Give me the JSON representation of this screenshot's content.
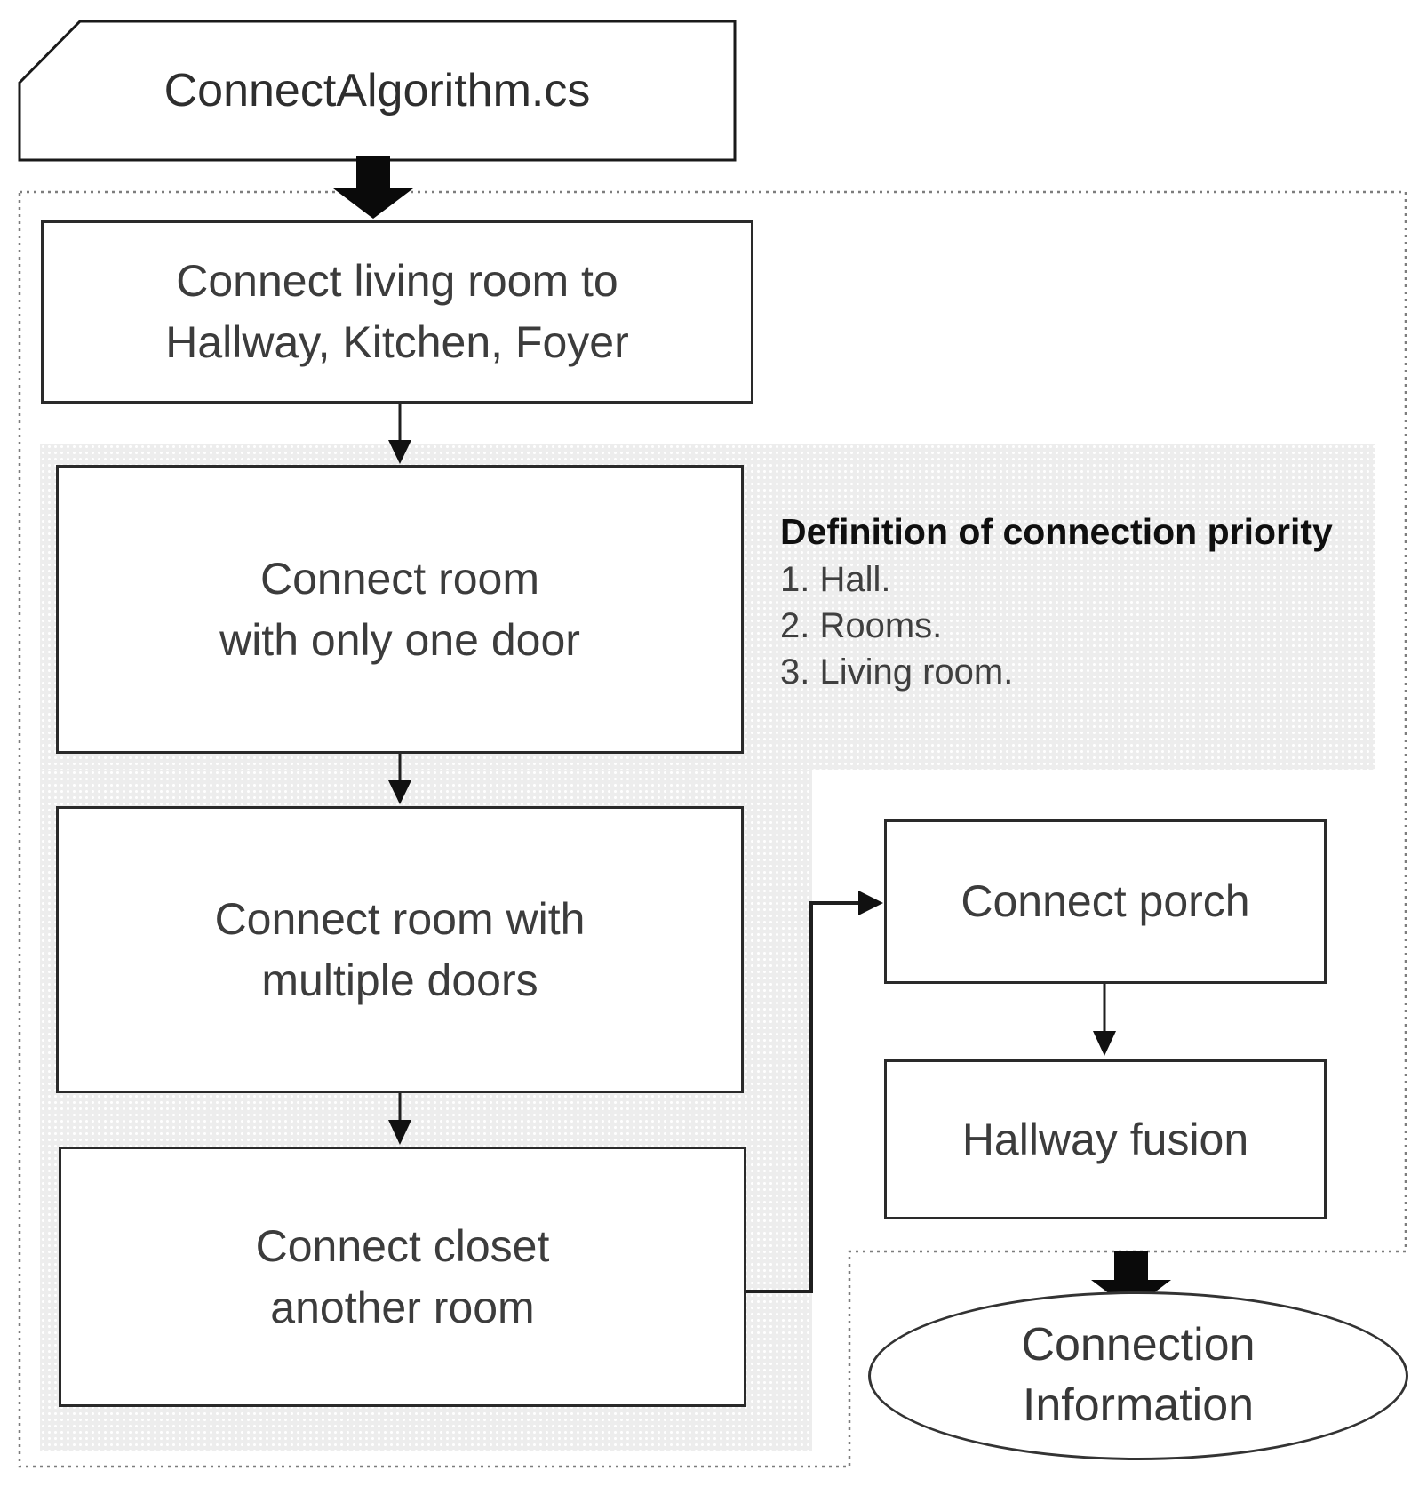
{
  "diagram": {
    "source_card": {
      "label": "ConnectAlgorithm.cs"
    },
    "steps": {
      "living_room": {
        "line1": "Connect living room to",
        "line2": "Hallway, Kitchen, Foyer"
      },
      "one_door": {
        "line1": "Connect room",
        "line2": "with only one door"
      },
      "multiple_doors": {
        "line1": "Connect room with",
        "line2": "multiple doors"
      },
      "closet": {
        "line1": "Connect closet",
        "line2": "another room"
      },
      "porch": {
        "label": "Connect porch"
      },
      "hallway_fusion": {
        "label": "Hallway fusion"
      }
    },
    "note": {
      "title": "Definition of connection priority",
      "items": [
        "1. Hall.",
        "2. Rooms.",
        "3. Living room."
      ]
    },
    "output_terminal": {
      "line1": "Connection",
      "line2": "Information"
    },
    "colors": {
      "box_border": "#2a2a2a",
      "text": "#3c3c3c",
      "shaded_region": "#ededed",
      "dashed_border": "#7d7d7d",
      "arrow": "#111111"
    }
  }
}
